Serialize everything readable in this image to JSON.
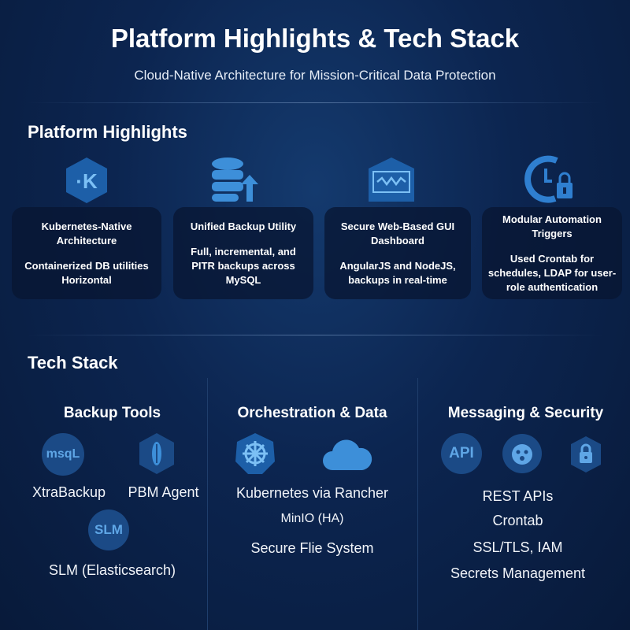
{
  "header": {
    "title": "Platform Highlights & Tech Stack",
    "subtitle": "Cloud-Native Architecture for Mission-Critical Data Protection"
  },
  "highlights": {
    "heading": "Platform Highlights",
    "cards": [
      {
        "icon": "kubernetes-icon",
        "icon_text": "·K",
        "title": "Kubernetes-Native Architecture",
        "desc": "Containerized DB utilities Horizontal"
      },
      {
        "icon": "database-upload-icon",
        "title": "Unified Backup Utility",
        "desc": "Full, incremental, and PITR backups across MySQL"
      },
      {
        "icon": "dashboard-monitor-icon",
        "title": "Secure Web-Based GUI Dashboard",
        "desc": "AngularJS and NodeJS, backups in real-time"
      },
      {
        "icon": "clock-lock-icon",
        "title": "Modular Automation Triggers",
        "desc": "Used Crontab for schedules, LDAP for user-role authentication"
      }
    ]
  },
  "tech": {
    "heading": "Tech Stack",
    "columns": [
      {
        "title": "Backup Tools",
        "icons": [
          "msqL",
          "SLM"
        ],
        "items": [
          "XtraBackup",
          "PBM Agent",
          "SLM (Elasticsearch)"
        ]
      },
      {
        "title": "Orchestration & Data",
        "items": [
          "Kubernetes via Rancher",
          "MinIO (HA)",
          "Secure Flie System"
        ]
      },
      {
        "title": "Messaging & Security",
        "icons": [
          "API"
        ],
        "items": [
          "REST APIs",
          "Crontab",
          "SSL/TLS, IAM",
          "Secrets Management"
        ]
      }
    ]
  },
  "colors": {
    "accent": "#3d8fd9",
    "icon_bg": "#1b4a86",
    "bg": "#0c2550"
  }
}
